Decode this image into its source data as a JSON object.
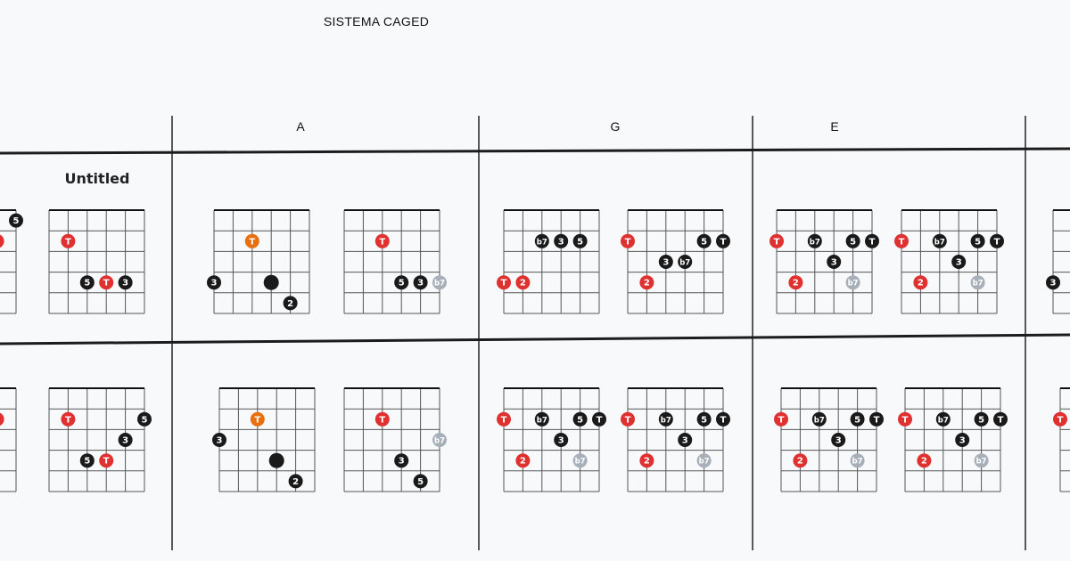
{
  "title": "SISTEMA CAGED",
  "columns": [
    "A",
    "G",
    "E"
  ],
  "diagram_label": "Untitled",
  "colors": {
    "root": "#e03131",
    "root_alt": "#e8700f",
    "note": "#1a1a1a",
    "muted": "#a7afb9",
    "grid": "#555555"
  },
  "rows": [
    {
      "diagrams": [
        {
          "dots": [
            {
              "s": 5,
              "f": 0.5,
              "t": "5",
              "c": "note"
            },
            {
              "s": 4,
              "f": 1.5,
              "t": "T",
              "c": "root"
            }
          ]
        },
        {
          "dots": [
            {
              "s": 1,
              "f": 1.5,
              "t": "T",
              "c": "root"
            },
            {
              "s": 2,
              "f": 3.5,
              "t": "5",
              "c": "note"
            },
            {
              "s": 3,
              "f": 3.5,
              "t": "T",
              "c": "root"
            },
            {
              "s": 4,
              "f": 3.5,
              "t": "3",
              "c": "note"
            }
          ]
        },
        {
          "dots": [
            {
              "s": 2,
              "f": 1.5,
              "t": "T",
              "c": "root_alt"
            },
            {
              "s": 0,
              "f": 3.5,
              "t": "3",
              "c": "note"
            },
            {
              "s": 3,
              "f": 3.5,
              "t": "",
              "c": "note",
              "big": true
            },
            {
              "s": 4,
              "f": 4.5,
              "t": "2",
              "c": "note"
            }
          ]
        },
        {
          "dots": [
            {
              "s": 2,
              "f": 1.5,
              "t": "T",
              "c": "root"
            },
            {
              "s": 3,
              "f": 3.5,
              "t": "5",
              "c": "note"
            },
            {
              "s": 4,
              "f": 3.5,
              "t": "3",
              "c": "note"
            },
            {
              "s": 5,
              "f": 3.5,
              "t": "b7",
              "c": "muted"
            }
          ]
        },
        {
          "dots": [
            {
              "s": 2,
              "f": 1.5,
              "t": "b7",
              "c": "note"
            },
            {
              "s": 3,
              "f": 1.5,
              "t": "3",
              "c": "note"
            },
            {
              "s": 4,
              "f": 1.5,
              "t": "5",
              "c": "note"
            },
            {
              "s": 0,
              "f": 3.5,
              "t": "T",
              "c": "root"
            },
            {
              "s": 1,
              "f": 3.5,
              "t": "2",
              "c": "root"
            }
          ]
        },
        {
          "dots": [
            {
              "s": 0,
              "f": 1.5,
              "t": "T",
              "c": "root"
            },
            {
              "s": 4,
              "f": 1.5,
              "t": "5",
              "c": "note"
            },
            {
              "s": 5,
              "f": 1.5,
              "t": "T",
              "c": "note"
            },
            {
              "s": 2,
              "f": 2.5,
              "t": "3",
              "c": "note"
            },
            {
              "s": 3,
              "f": 2.5,
              "t": "b7",
              "c": "note"
            },
            {
              "s": 1,
              "f": 3.5,
              "t": "2",
              "c": "root"
            }
          ]
        },
        {
          "dots": [
            {
              "s": 0,
              "f": 1.5,
              "t": "T",
              "c": "root"
            },
            {
              "s": 2,
              "f": 1.5,
              "t": "b7",
              "c": "note"
            },
            {
              "s": 4,
              "f": 1.5,
              "t": "5",
              "c": "note"
            },
            {
              "s": 5,
              "f": 1.5,
              "t": "T",
              "c": "note"
            },
            {
              "s": 3,
              "f": 2.5,
              "t": "3",
              "c": "note"
            },
            {
              "s": 1,
              "f": 3.5,
              "t": "2",
              "c": "root"
            },
            {
              "s": 4,
              "f": 3.5,
              "t": "b7",
              "c": "muted"
            }
          ]
        },
        {
          "dots": [
            {
              "s": 0,
              "f": 1.5,
              "t": "T",
              "c": "root"
            },
            {
              "s": 2,
              "f": 1.5,
              "t": "b7",
              "c": "note"
            },
            {
              "s": 4,
              "f": 1.5,
              "t": "5",
              "c": "note"
            },
            {
              "s": 5,
              "f": 1.5,
              "t": "T",
              "c": "note"
            },
            {
              "s": 3,
              "f": 2.5,
              "t": "3",
              "c": "note"
            },
            {
              "s": 1,
              "f": 3.5,
              "t": "2",
              "c": "root"
            },
            {
              "s": 4,
              "f": 3.5,
              "t": "b7",
              "c": "muted"
            }
          ]
        },
        {
          "dots": [
            {
              "s": 0,
              "f": 3.5,
              "t": "3",
              "c": "note"
            }
          ]
        }
      ]
    },
    {
      "diagrams": [
        {
          "dots": [
            {
              "s": 4,
              "f": 1.5,
              "t": "T",
              "c": "root"
            }
          ]
        },
        {
          "dots": [
            {
              "s": 1,
              "f": 1.5,
              "t": "T",
              "c": "root"
            },
            {
              "s": 5,
              "f": 1.5,
              "t": "5",
              "c": "note"
            },
            {
              "s": 4,
              "f": 2.5,
              "t": "3",
              "c": "note"
            },
            {
              "s": 2,
              "f": 3.5,
              "t": "5",
              "c": "note"
            },
            {
              "s": 3,
              "f": 3.5,
              "t": "T",
              "c": "root"
            }
          ]
        },
        {
          "dots": [
            {
              "s": 2,
              "f": 1.5,
              "t": "T",
              "c": "root_alt"
            },
            {
              "s": 0,
              "f": 2.5,
              "t": "3",
              "c": "note"
            },
            {
              "s": 3,
              "f": 3.5,
              "t": "",
              "c": "note",
              "big": true
            },
            {
              "s": 4,
              "f": 4.5,
              "t": "2",
              "c": "note"
            }
          ]
        },
        {
          "dots": [
            {
              "s": 2,
              "f": 1.5,
              "t": "T",
              "c": "root"
            },
            {
              "s": 5,
              "f": 2.5,
              "t": "b7",
              "c": "muted"
            },
            {
              "s": 3,
              "f": 3.5,
              "t": "3",
              "c": "note"
            },
            {
              "s": 4,
              "f": 4.5,
              "t": "5",
              "c": "note"
            }
          ]
        },
        {
          "dots": [
            {
              "s": 0,
              "f": 1.5,
              "t": "T",
              "c": "root"
            },
            {
              "s": 2,
              "f": 1.5,
              "t": "b7",
              "c": "note"
            },
            {
              "s": 4,
              "f": 1.5,
              "t": "5",
              "c": "note"
            },
            {
              "s": 5,
              "f": 1.5,
              "t": "T",
              "c": "note"
            },
            {
              "s": 3,
              "f": 2.5,
              "t": "3",
              "c": "note"
            },
            {
              "s": 1,
              "f": 3.5,
              "t": "2",
              "c": "root"
            },
            {
              "s": 4,
              "f": 3.5,
              "t": "b7",
              "c": "muted"
            }
          ]
        },
        {
          "dots": [
            {
              "s": 0,
              "f": 1.5,
              "t": "T",
              "c": "root"
            },
            {
              "s": 2,
              "f": 1.5,
              "t": "b7",
              "c": "note"
            },
            {
              "s": 4,
              "f": 1.5,
              "t": "5",
              "c": "note"
            },
            {
              "s": 5,
              "f": 1.5,
              "t": "T",
              "c": "note"
            },
            {
              "s": 3,
              "f": 2.5,
              "t": "3",
              "c": "note"
            },
            {
              "s": 1,
              "f": 3.5,
              "t": "2",
              "c": "root"
            },
            {
              "s": 4,
              "f": 3.5,
              "t": "b7",
              "c": "muted"
            }
          ]
        },
        {
          "dots": [
            {
              "s": 0,
              "f": 1.5,
              "t": "T",
              "c": "root"
            },
            {
              "s": 2,
              "f": 1.5,
              "t": "b7",
              "c": "note"
            },
            {
              "s": 4,
              "f": 1.5,
              "t": "5",
              "c": "note"
            },
            {
              "s": 5,
              "f": 1.5,
              "t": "T",
              "c": "note"
            },
            {
              "s": 3,
              "f": 2.5,
              "t": "3",
              "c": "note"
            },
            {
              "s": 1,
              "f": 3.5,
              "t": "2",
              "c": "root"
            },
            {
              "s": 4,
              "f": 3.5,
              "t": "b7",
              "c": "muted"
            }
          ]
        },
        {
          "dots": [
            {
              "s": 0,
              "f": 1.5,
              "t": "T",
              "c": "root"
            },
            {
              "s": 2,
              "f": 1.5,
              "t": "b7",
              "c": "note"
            },
            {
              "s": 4,
              "f": 1.5,
              "t": "5",
              "c": "note"
            },
            {
              "s": 5,
              "f": 1.5,
              "t": "T",
              "c": "note"
            },
            {
              "s": 3,
              "f": 2.5,
              "t": "3",
              "c": "note"
            },
            {
              "s": 1,
              "f": 3.5,
              "t": "2",
              "c": "root"
            },
            {
              "s": 4,
              "f": 3.5,
              "t": "b7",
              "c": "muted"
            }
          ]
        },
        {
          "dots": [
            {
              "s": 0,
              "f": 1.5,
              "t": "T",
              "c": "root"
            }
          ]
        }
      ]
    }
  ]
}
